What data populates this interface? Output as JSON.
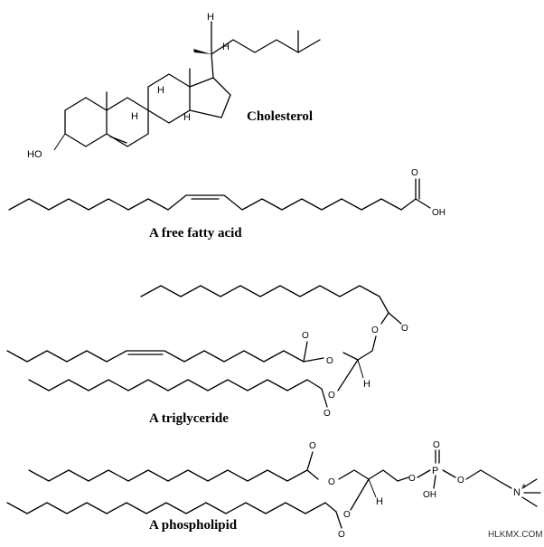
{
  "captions": {
    "cholesterol": "Cholesterol",
    "fatty_acid": "A free fatty acid",
    "triglyceride": "A triglyceride",
    "phospholipid": "A phospholipid"
  },
  "atoms": {
    "H": "H",
    "HO": "HO",
    "O": "O",
    "OH": "OH",
    "P": "P",
    "N": "N",
    "plus": "+"
  },
  "watermark": "HLKMX.COM"
}
